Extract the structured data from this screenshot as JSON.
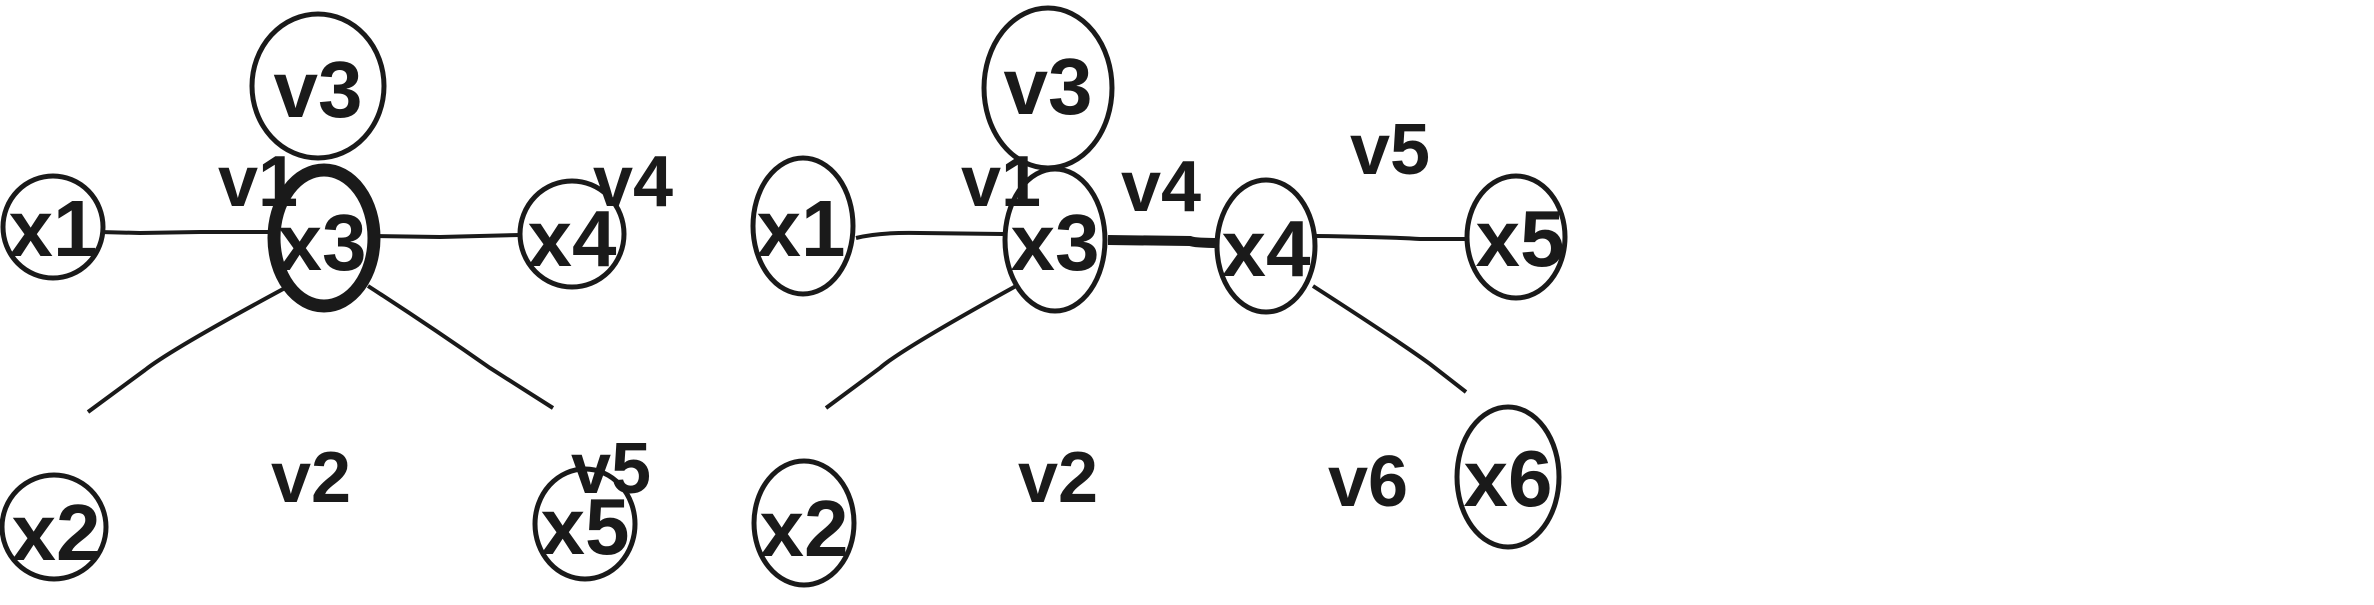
{
  "graphs": [
    {
      "nodes": {
        "x1": "x1",
        "x2": "x2",
        "x3": "x3",
        "x4": "x4",
        "x5": "x5",
        "v3": "v3"
      },
      "edges": {
        "v1": "v1",
        "v2": "v2",
        "v4": "v4",
        "v5": "v5"
      }
    },
    {
      "nodes": {
        "x1": "x1",
        "x2": "x2",
        "x3": "x3",
        "x4": "x4",
        "x5": "x5",
        "x6": "x6",
        "v3": "v3"
      },
      "edges": {
        "v1": "v1",
        "v2": "v2",
        "v4": "v4",
        "v5": "v5",
        "v6": "v6"
      }
    }
  ]
}
